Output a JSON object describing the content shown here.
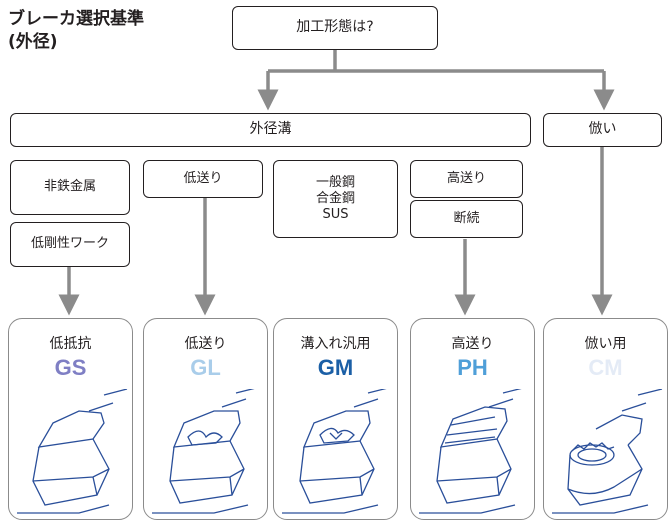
{
  "title": {
    "line1": "ブレーカ選択基準",
    "line2": "(外径)"
  },
  "root": {
    "label": "加工形態は?"
  },
  "categories": {
    "outer_groove": {
      "label": "外径溝"
    },
    "copying": {
      "label": "倣い"
    }
  },
  "conditions": {
    "nonferrous": "非鉄金属",
    "low_rigidity": "低剛性ワーク",
    "low_feed": "低送り",
    "general_steel": [
      "一般鋼",
      "合金鋼",
      "SUS"
    ],
    "high_feed": "高送り",
    "interrupted": "断続"
  },
  "breakers": [
    {
      "label": "低抵抗",
      "code": "GS",
      "color": "#7f7fc4"
    },
    {
      "label": "低送り",
      "code": "GL",
      "color": "#a9cdea"
    },
    {
      "label": "溝入れ汎用",
      "code": "GM",
      "color": "#1b5fa6"
    },
    {
      "label": "高送り",
      "code": "PH",
      "color": "#4f9fd8"
    },
    {
      "label": "倣い用",
      "code": "CM",
      "color": "#e4ebf6"
    }
  ]
}
